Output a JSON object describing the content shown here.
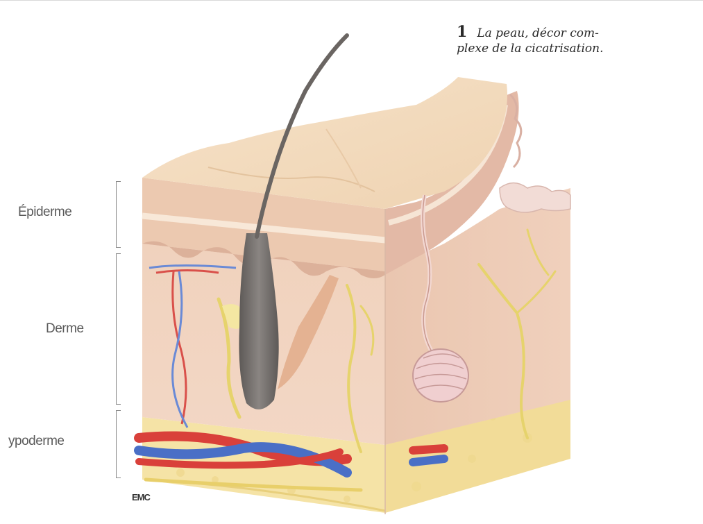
{
  "caption": {
    "number": "1",
    "text_line1": "La peau, décor com-",
    "text_line2": "plexe de la cicatrisation."
  },
  "labels": {
    "epidermis": "Épiderme",
    "dermis": "Derme",
    "hypodermis": "ypoderme"
  },
  "credit": "EMC",
  "colors": {
    "skin_surface": "#f3dcc0",
    "epidermis": "#e8c3a8",
    "dermis": "#f1cfb8",
    "hypodermis": "#f5e6b0",
    "artery": "#d94a3c",
    "vein": "#4a74c8",
    "nerve": "#e8d46a",
    "hair": "#6f6a68"
  }
}
